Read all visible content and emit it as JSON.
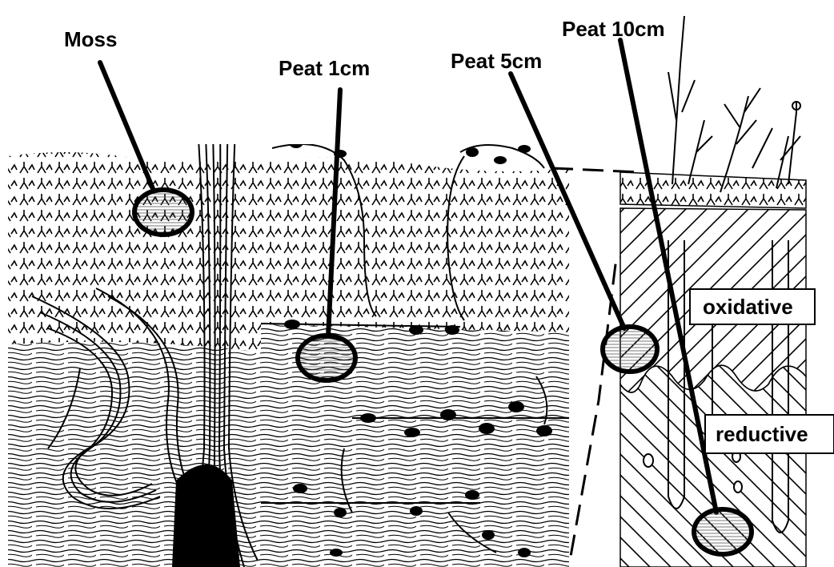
{
  "labels": {
    "moss": "Moss",
    "peat_1cm": "Peat 1cm",
    "peat_5cm": "Peat 5cm",
    "peat_10cm": "Peat 10cm",
    "oxidative": "oxidative",
    "reductive": "reductive"
  },
  "colors": {
    "ink": "#000000",
    "paper": "#ffffff",
    "circle_fill": "#ffffff"
  }
}
